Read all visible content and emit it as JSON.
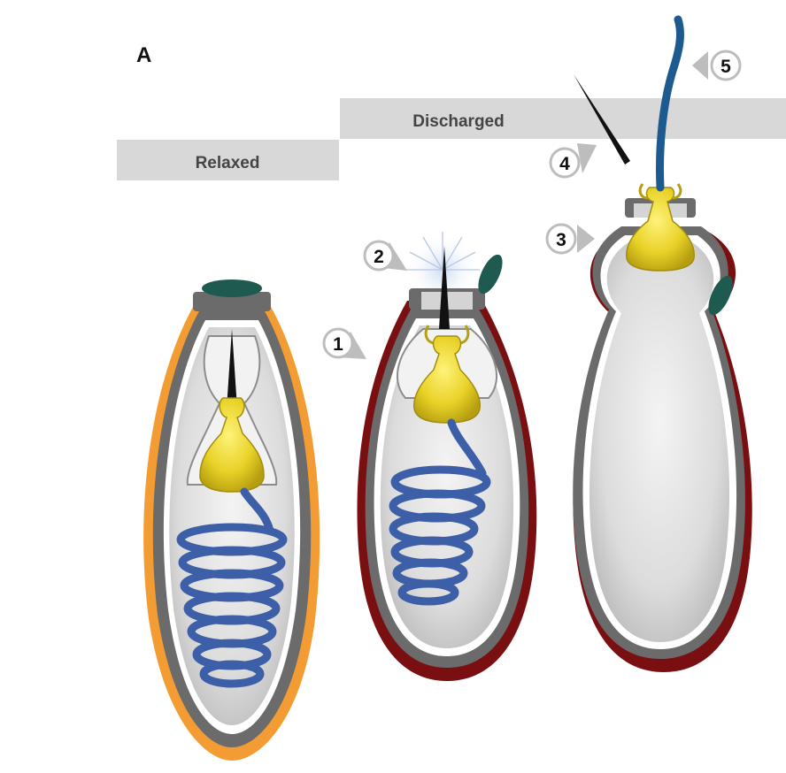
{
  "panel_letter": "A",
  "states": {
    "relaxed": "Relaxed",
    "discharged": "Discharged"
  },
  "callouts": [
    "1",
    "2",
    "3",
    "4",
    "5"
  ],
  "colors": {
    "relaxed_wall": "#f39c33",
    "discharged_wall": "#7a0f12",
    "capsule_gray": "#6b6b6b",
    "capsule_inner": "#d8d8d8",
    "tubule_blue": "#3d5fa8",
    "thread_blue": "#1d5a8f",
    "stylet_yellow": "#e8d227",
    "operculum_green": "#1f5a50",
    "banner_gray": "#d8d8d8"
  }
}
